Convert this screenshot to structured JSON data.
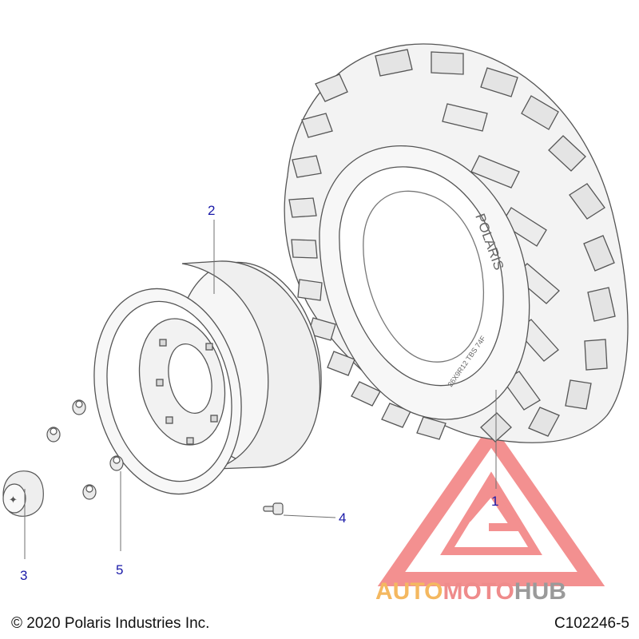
{
  "callouts": {
    "tire": "1",
    "wheel": "2",
    "hub_cap": "3",
    "valve_stem": "4",
    "lug_nut": "5"
  },
  "watermark": {
    "part1": "AUTO",
    "part2": "MOTO",
    "part3": "HUB",
    "colors": {
      "auto": "#f4b860",
      "moto": "#ef8b8b",
      "hub": "#9a9a9a"
    }
  },
  "tire_sidewall": {
    "brand": "POLARIS",
    "size": "26X9R12 TBS 74F"
  },
  "footer": {
    "copyright": "© 2020 Polaris Industries Inc.",
    "figure_id": "C102246-5"
  },
  "colors": {
    "callout": "#1a1aa8",
    "line": "#6f6f6f"
  }
}
